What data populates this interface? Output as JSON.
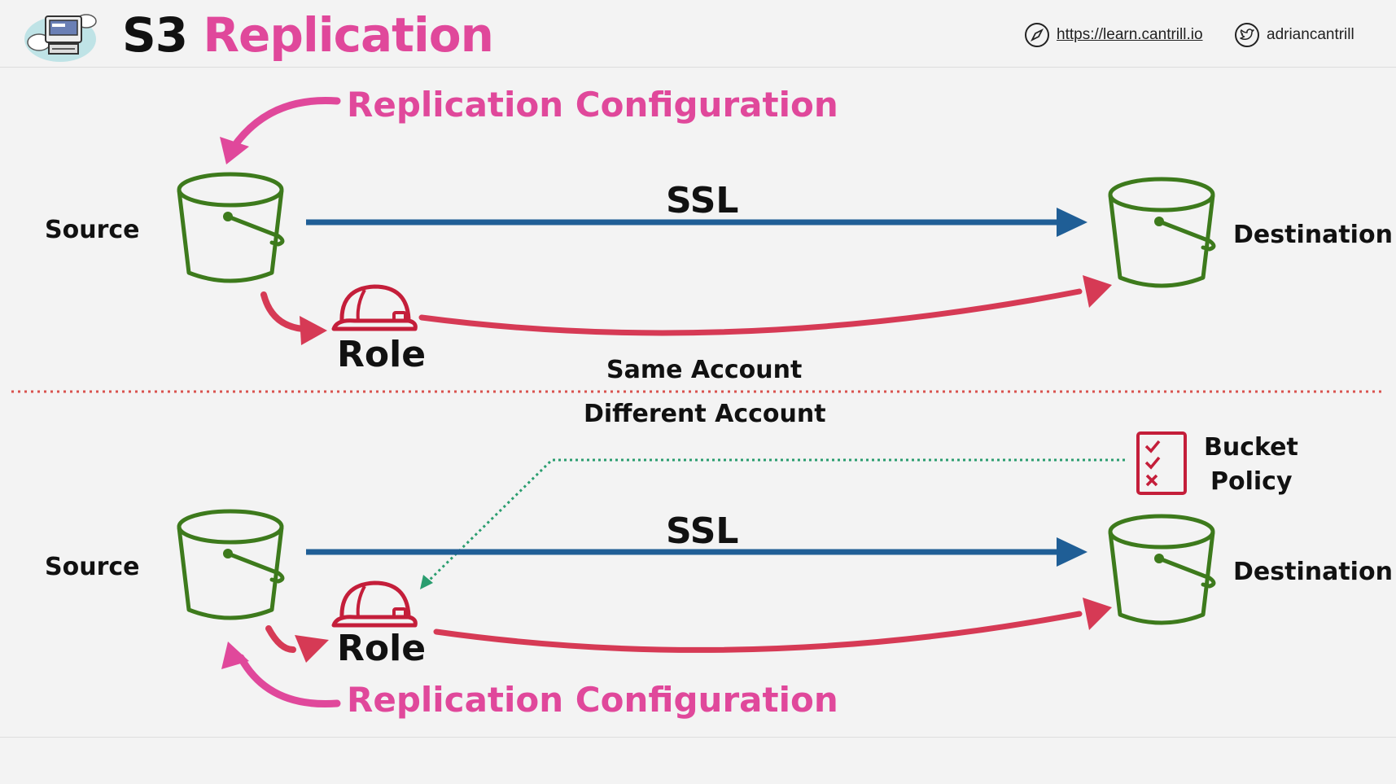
{
  "header": {
    "title_part1": "S3",
    "title_part2": "Replication",
    "website": "https://learn.cantrill.io",
    "twitter": "adriancantrill"
  },
  "icons": {
    "logo": "cloud-computer-logo-icon",
    "website": "compass-icon",
    "twitter": "twitter-bird-icon",
    "bucket": "s3-bucket-icon",
    "role": "hard-hat-role-icon",
    "policy": "checklist-policy-icon"
  },
  "colors": {
    "pink": "#e0489b",
    "blue": "#1f5e96",
    "red": "#d63a55",
    "green": "#3d7a1c",
    "dotted_teal": "#2a9d6f",
    "divider": "#d9534f"
  },
  "same_account": {
    "replication_config": "Replication Configuration",
    "source": "Source",
    "destination": "Destination",
    "ssl": "SSL",
    "role": "Role",
    "section_label": "Same Account"
  },
  "different_account": {
    "section_label": "Different Account",
    "source": "Source",
    "destination": "Destination",
    "ssl": "SSL",
    "role": "Role",
    "bucket_policy_line1": "Bucket",
    "bucket_policy_line2": "Policy",
    "replication_config": "Replication Configuration"
  }
}
